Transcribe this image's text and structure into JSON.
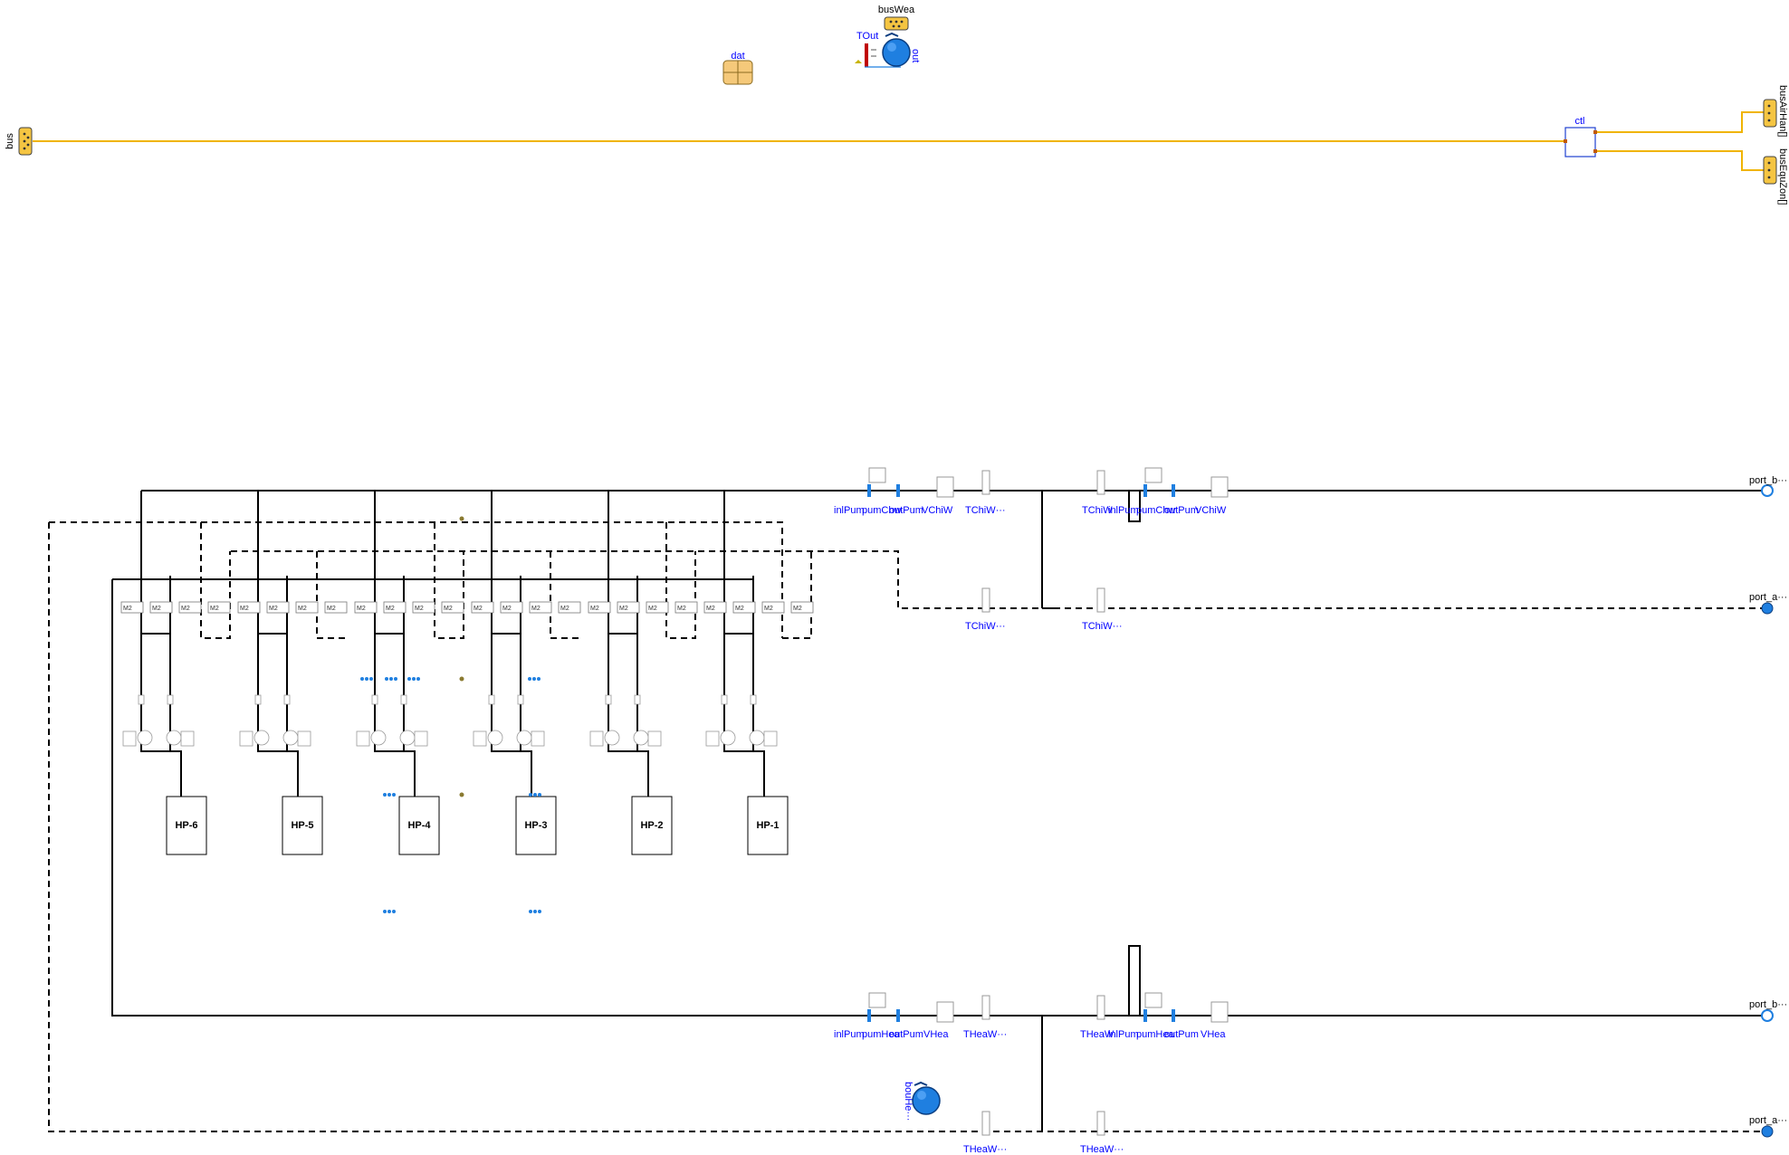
{
  "labels": {
    "busWea": "busWea",
    "TOut": "TOut",
    "out": "out",
    "dat": "dat",
    "bus": "bus",
    "ctl": "ctl",
    "busAirHan": "busAirHan[]",
    "busEquZon": "busEquZon[]",
    "inlPumChw1": "inlPum",
    "pumChw1": "pumChw",
    "outPumChw1": "outPum",
    "VChw1": "VChiW",
    "TChw1": "TChiW···",
    "TChw2": "TChiW",
    "inlPumChw2": "inlPum",
    "pumChw2": "pumChw",
    "outPumChw2": "outPum",
    "VChw2": "VChiW",
    "TChwRet1": "TChiW···",
    "TChwRet2": "TChiW···",
    "portB1": "port_b···",
    "portA1": "port_a···",
    "inlPumHw1": "inlPum",
    "pumHw1": "pumHea",
    "outPumHw1": "outPum",
    "VHw1": "VHea",
    "THw1": "THeaW···",
    "THw2": "THeaW",
    "inlPumHw2": "inlPum",
    "pumHw2": "pumHea",
    "outPumHw2": "outPum",
    "VHw2": "VHea",
    "THwRet1": "THeaW···",
    "THwRet2": "THeaW···",
    "bouHea": "bouHe···",
    "portB2": "port_b···",
    "portA2": "port_a···",
    "hp": [
      "HP-6",
      "HP-5",
      "HP-4",
      "HP-3",
      "HP-2",
      "HP-1"
    ],
    "valve": "M2"
  },
  "colors": {
    "bus": "#f0b400",
    "connector": "#f5c542",
    "port": "#1f7fe0",
    "label": "#0000ff",
    "line": "#000000"
  }
}
